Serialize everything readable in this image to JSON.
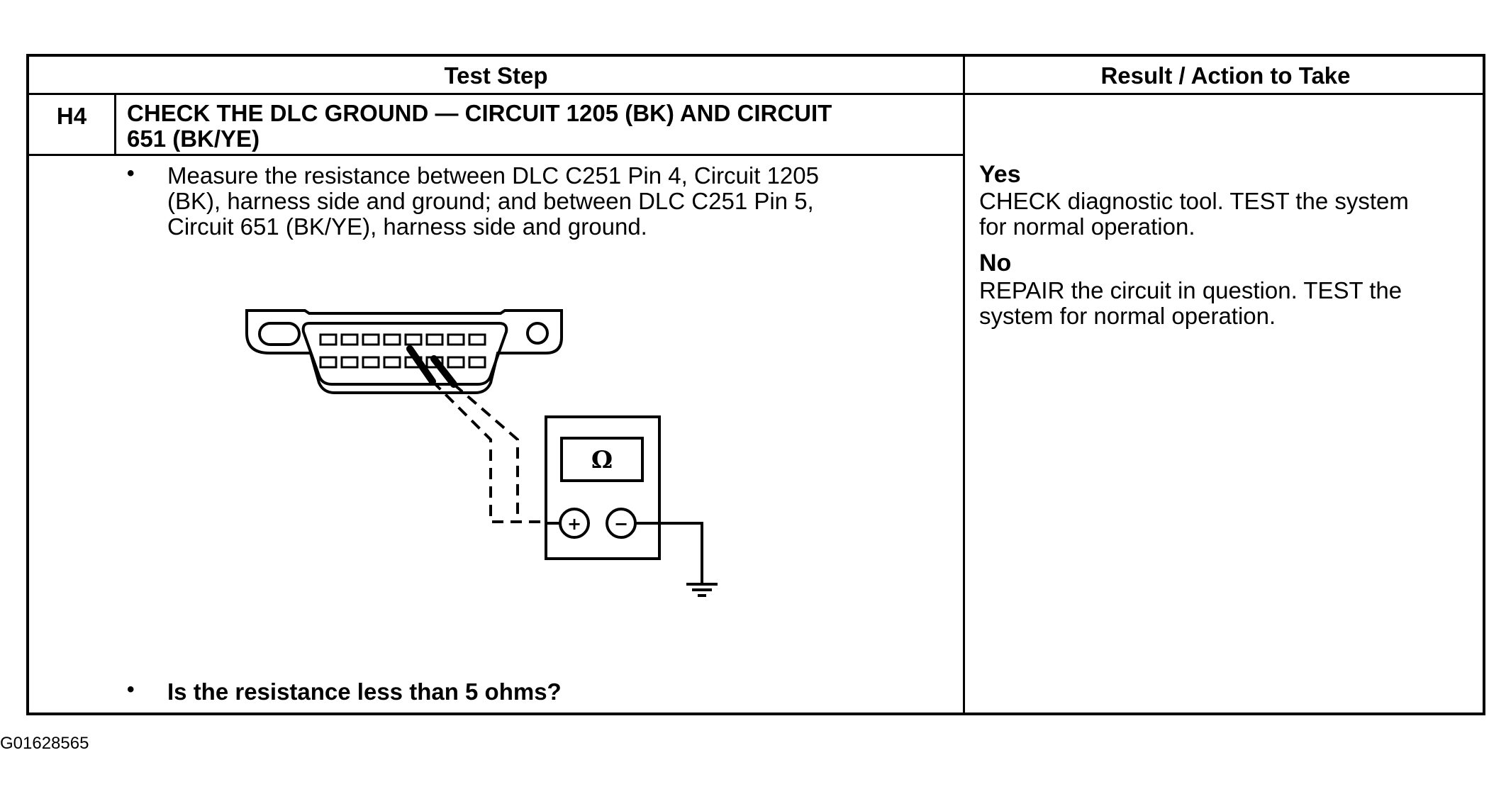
{
  "table": {
    "header_test_step": "Test Step",
    "header_result": "Result / Action to Take",
    "step_id": "H4",
    "step_title_line1": "CHECK THE DLC GROUND — CIRCUIT 1205 (BK) AND CIRCUIT",
    "step_title_line2": "651 (BK/YE)",
    "instruction_line1": "Measure the resistance between DLC C251 Pin 4, Circuit 1205",
    "instruction_line2": "(BK), harness side and ground; and between DLC C251 Pin 5,",
    "instruction_line3": "Circuit 651 (BK/YE), harness side and ground.",
    "question": "Is the resistance less than 5 ohms?",
    "bullet": "•"
  },
  "results": {
    "yes_label": "Yes",
    "yes_line1": "CHECK diagnostic tool. TEST the system",
    "yes_line2": "for normal operation.",
    "no_label": "No",
    "no_line1": "REPAIR the circuit in question. TEST the",
    "no_line2": "system for normal operation."
  },
  "diagram": {
    "meter_symbol": "Ω",
    "plus_symbol": "+",
    "minus_symbol": "−"
  },
  "footer": {
    "figure_id": "G01628565"
  }
}
